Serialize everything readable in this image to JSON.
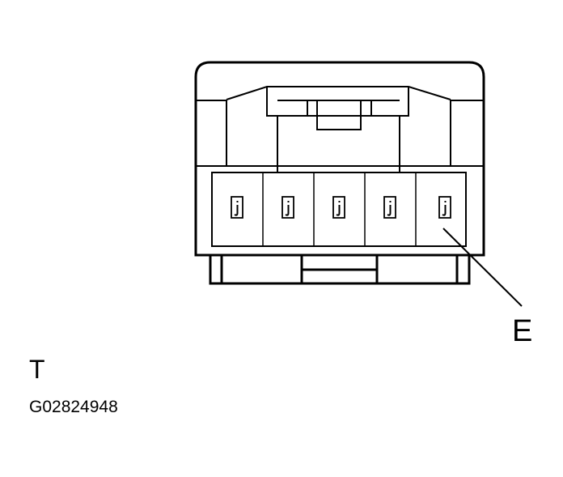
{
  "diagram": {
    "terminal_count": 5,
    "callout_label": "E",
    "view_label": "T",
    "figure_id": "G02824948",
    "line_color": "#000000",
    "background": "#ffffff"
  }
}
